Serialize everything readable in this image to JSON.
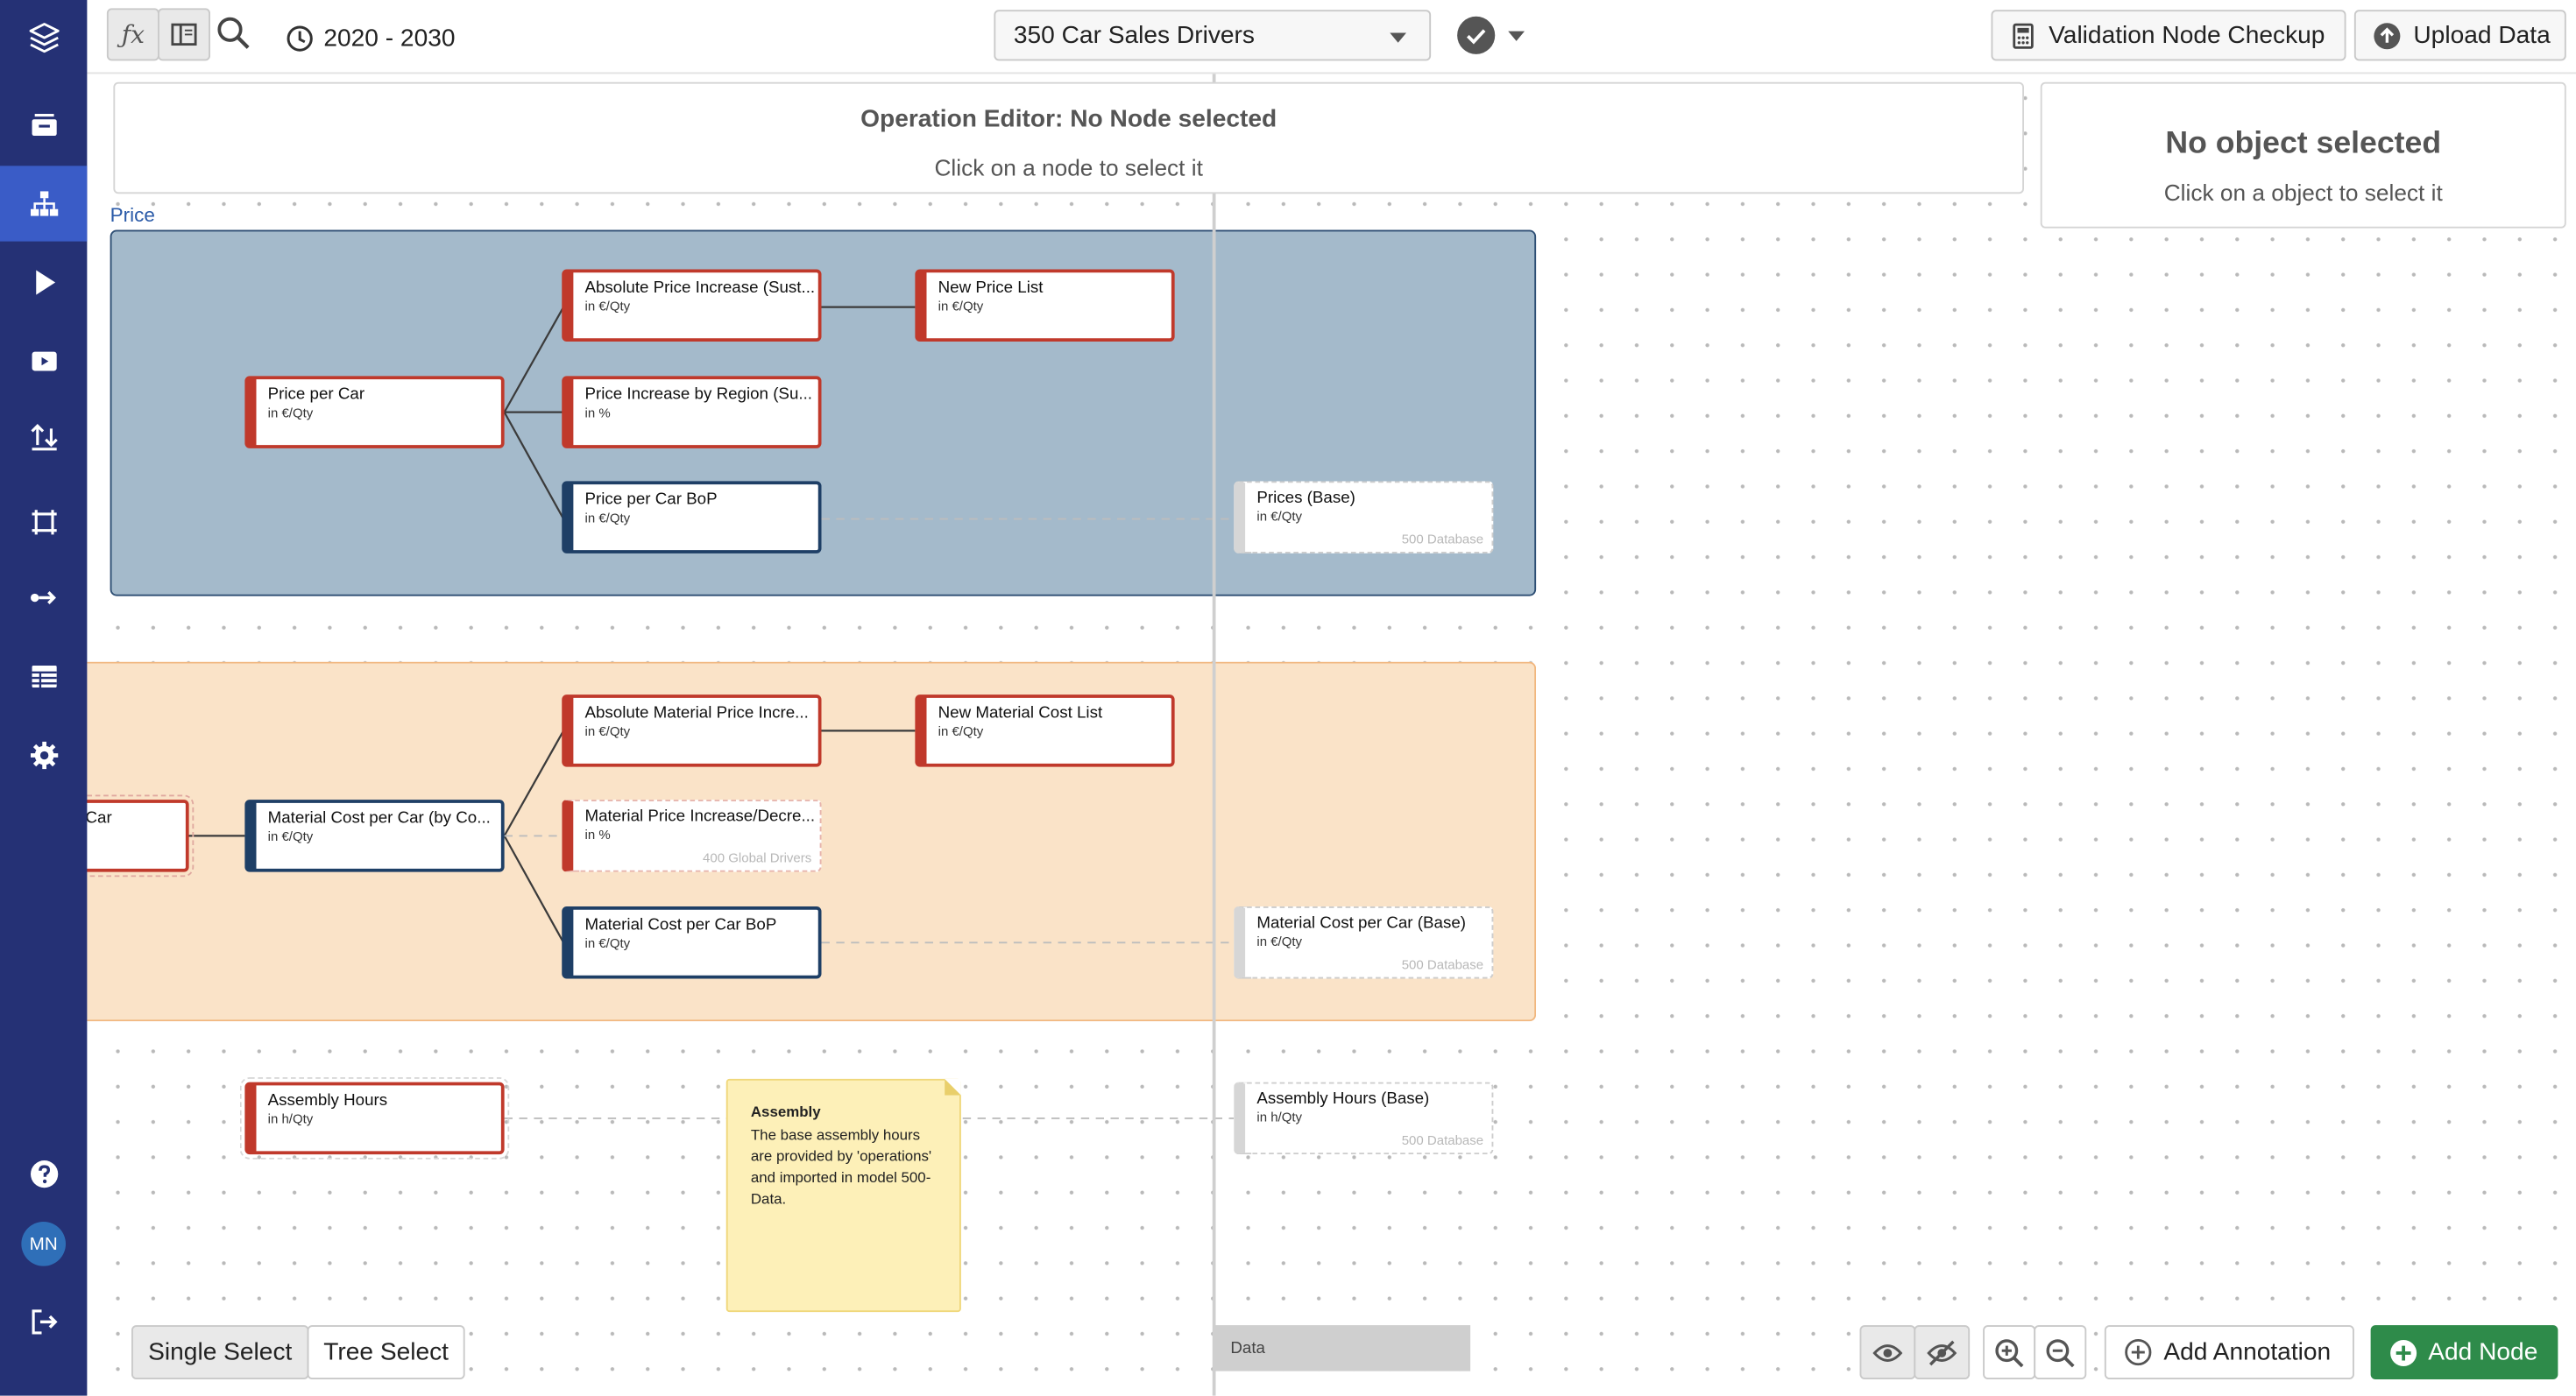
{
  "toolbar": {
    "date_range": "2020 - 2030",
    "model_select": "350 Car Sales Drivers",
    "validation_button": "Validation Node Checkup",
    "upload_button": "Upload Data"
  },
  "operation_editor": {
    "title": "Operation Editor: No Node selected",
    "subtitle": "Click on a node to select it"
  },
  "object_panel": {
    "title": "No object selected",
    "subtitle": "Click on a object to select it"
  },
  "sidebar": {
    "avatar_initials": "MN",
    "accent_color": "#3a5cc7",
    "background_color": "#253175"
  },
  "groups": {
    "price_label": "Price"
  },
  "nodes": {
    "price_per_car": {
      "title": "Price per Car",
      "unit": "in €/Qty"
    },
    "abs_price_increase": {
      "title": "Absolute Price Increase (Sust...",
      "unit": "in €/Qty"
    },
    "new_price_list": {
      "title": "New Price List",
      "unit": "in €/Qty"
    },
    "price_increase_region": {
      "title": "Price Increase by Region (Su...",
      "unit": "in %"
    },
    "price_per_car_bop": {
      "title": "Price per Car BoP",
      "unit": "in €/Qty"
    },
    "prices_base": {
      "title": "Prices (Base)",
      "unit": "in €/Qty",
      "source": "500 Database"
    },
    "car_partial": {
      "title": "Car"
    },
    "material_cost_per_car": {
      "title": "Material Cost per Car (by Co...",
      "unit": "in €/Qty"
    },
    "abs_material_price_increase": {
      "title": "Absolute Material Price Incre...",
      "unit": "in €/Qty"
    },
    "new_material_cost_list": {
      "title": "New Material Cost List",
      "unit": "in €/Qty"
    },
    "material_price_increase": {
      "title": "Material Price Increase/Decre...",
      "unit": "in %",
      "source": "400 Global Drivers"
    },
    "material_cost_bop": {
      "title": "Material Cost per Car BoP",
      "unit": "in €/Qty"
    },
    "material_cost_base": {
      "title": "Material Cost per Car (Base)",
      "unit": "in €/Qty",
      "source": "500 Database"
    },
    "assembly_hours": {
      "title": "Assembly Hours",
      "unit": "in h/Qty"
    },
    "assembly_hours_base": {
      "title": "Assembly Hours (Base)",
      "unit": "in h/Qty",
      "source": "500 Database"
    }
  },
  "annotation": {
    "title": "Assembly",
    "text": "The base assembly hours are provided by 'operations' and imported in model 500-Data."
  },
  "bottom": {
    "single_select": "Single Select",
    "tree_select": "Tree Select",
    "data_label": "Data",
    "add_annotation": "Add Annotation",
    "add_node": "Add Node"
  },
  "colors": {
    "price_group": "#a4bacb",
    "material_group": "#fae3c8",
    "red_node": "#c0392b",
    "blue_node": "#1e3f66",
    "add_node_green": "#2e8b4a",
    "note_yellow": "#fdf0b8"
  }
}
